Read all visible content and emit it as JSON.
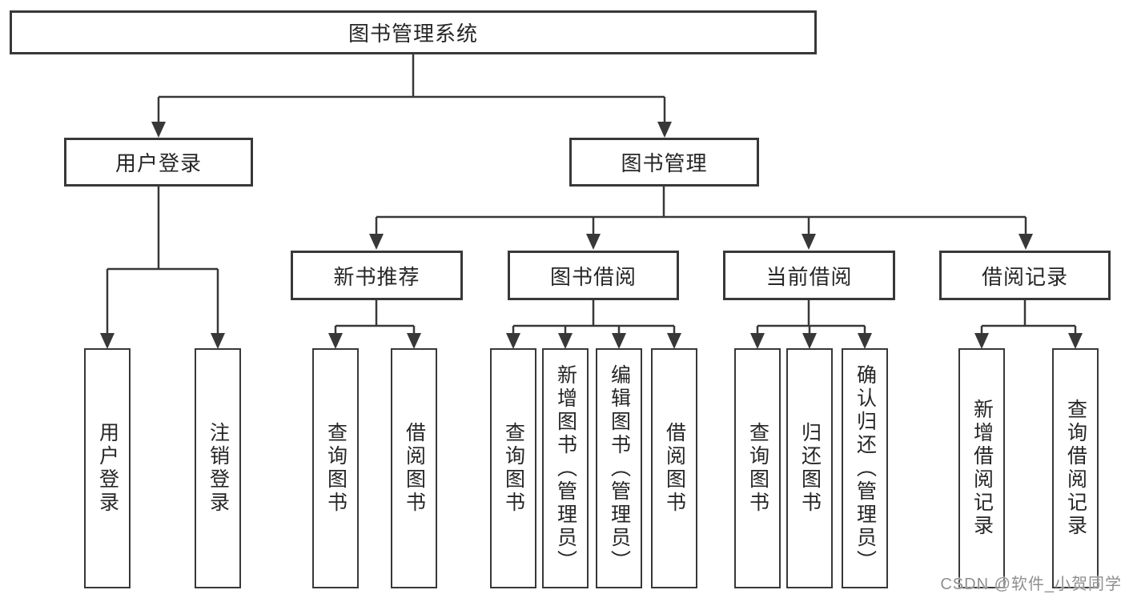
{
  "diagram": {
    "root": {
      "label": "图书管理系统"
    },
    "level2": [
      {
        "label": "用户登录"
      },
      {
        "label": "图书管理"
      }
    ],
    "level3": [
      {
        "label": "新书推荐",
        "parent": "图书管理"
      },
      {
        "label": "图书借阅",
        "parent": "图书管理"
      },
      {
        "label": "当前借阅",
        "parent": "图书管理"
      },
      {
        "label": "借阅记录",
        "parent": "图书管理"
      }
    ],
    "leaves": [
      {
        "label": "用户登录",
        "parent": "用户登录"
      },
      {
        "label": "注销登录",
        "parent": "用户登录"
      },
      {
        "label": "查询图书",
        "parent": "新书推荐"
      },
      {
        "label": "借阅图书",
        "parent": "新书推荐"
      },
      {
        "label": "查询图书",
        "parent": "图书借阅"
      },
      {
        "label": "新增图书（管理员）",
        "parent": "图书借阅"
      },
      {
        "label": "编辑图书（管理员）",
        "parent": "图书借阅"
      },
      {
        "label": "借阅图书",
        "parent": "图书借阅"
      },
      {
        "label": "查询图书",
        "parent": "当前借阅"
      },
      {
        "label": "归还图书",
        "parent": "当前借阅"
      },
      {
        "label": "确认归还（管理员）",
        "parent": "当前借阅"
      },
      {
        "label": "新增借阅记录",
        "parent": "借阅记录"
      },
      {
        "label": "查询借阅记录",
        "parent": "借阅记录"
      }
    ]
  },
  "watermark": {
    "text": "CSDN @软件_小贺同学"
  },
  "colors": {
    "line": "#383838",
    "box_border": "#383838",
    "text": "#262626",
    "background": "#ffffff",
    "watermark": "#8f8f8f"
  }
}
